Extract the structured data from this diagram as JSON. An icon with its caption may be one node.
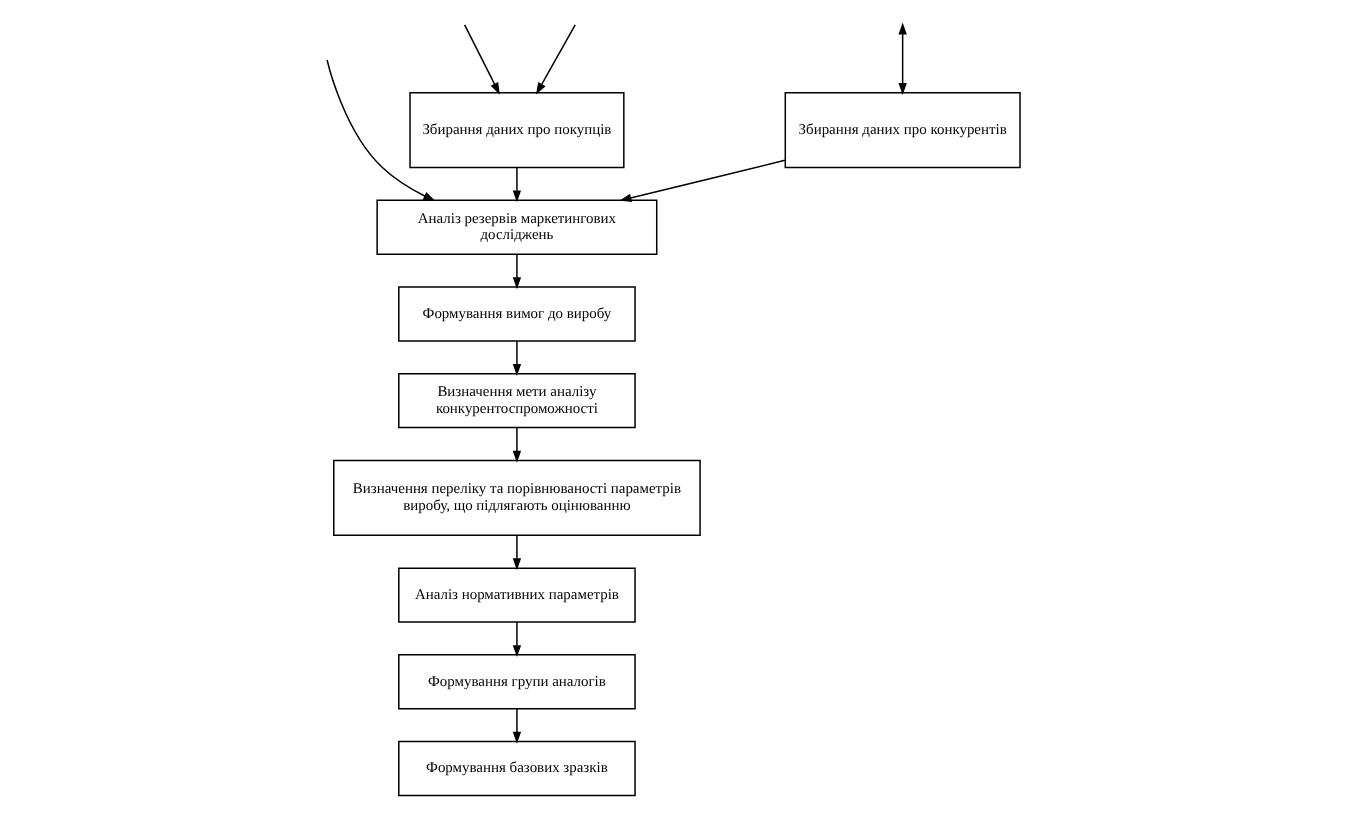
{
  "diagram": {
    "nodes": [
      {
        "text": [
          "Збирання даних про покупців"
        ]
      },
      {
        "text": [
          "Збирання даних про конкурентів"
        ]
      },
      {
        "text": [
          "Аналіз резервів маркетингових досліджень"
        ]
      },
      {
        "text": [
          "Формування вимог до виробу"
        ]
      },
      {
        "text": [
          "Визначення мети аналізу конкурентоспроможності"
        ]
      },
      {
        "text": [
          "Визначення переліку та порівнюваності параметрів виробу, що підлягають оцінюванню"
        ]
      },
      {
        "text": [
          "Аналіз нормативних параметрів"
        ]
      },
      {
        "text": [
          "Формування групи аналогів"
        ]
      },
      {
        "text": [
          "Формування базових зразків"
        ]
      }
    ],
    "edges": [
      {
        "from": null,
        "to": 0,
        "arrow": "to"
      },
      {
        "from": null,
        "to": 1,
        "arrow": "both"
      },
      {
        "from": null,
        "to": 0,
        "arrow": "to"
      },
      {
        "from": null,
        "to": 2,
        "arrow": "to"
      },
      {
        "from": 0,
        "to": 2,
        "arrow": "to"
      },
      {
        "from": 1,
        "to": 2,
        "arrow": "to"
      },
      {
        "from": 2,
        "to": 3,
        "arrow": "to"
      },
      {
        "from": 3,
        "to": 4,
        "arrow": "to"
      },
      {
        "from": 4,
        "to": 5,
        "arrow": "to"
      },
      {
        "from": 5,
        "to": 6,
        "arrow": "to"
      },
      {
        "from": 6,
        "to": 7,
        "arrow": "to"
      },
      {
        "from": 7,
        "to": 8,
        "arrow": "to"
      }
    ]
  }
}
